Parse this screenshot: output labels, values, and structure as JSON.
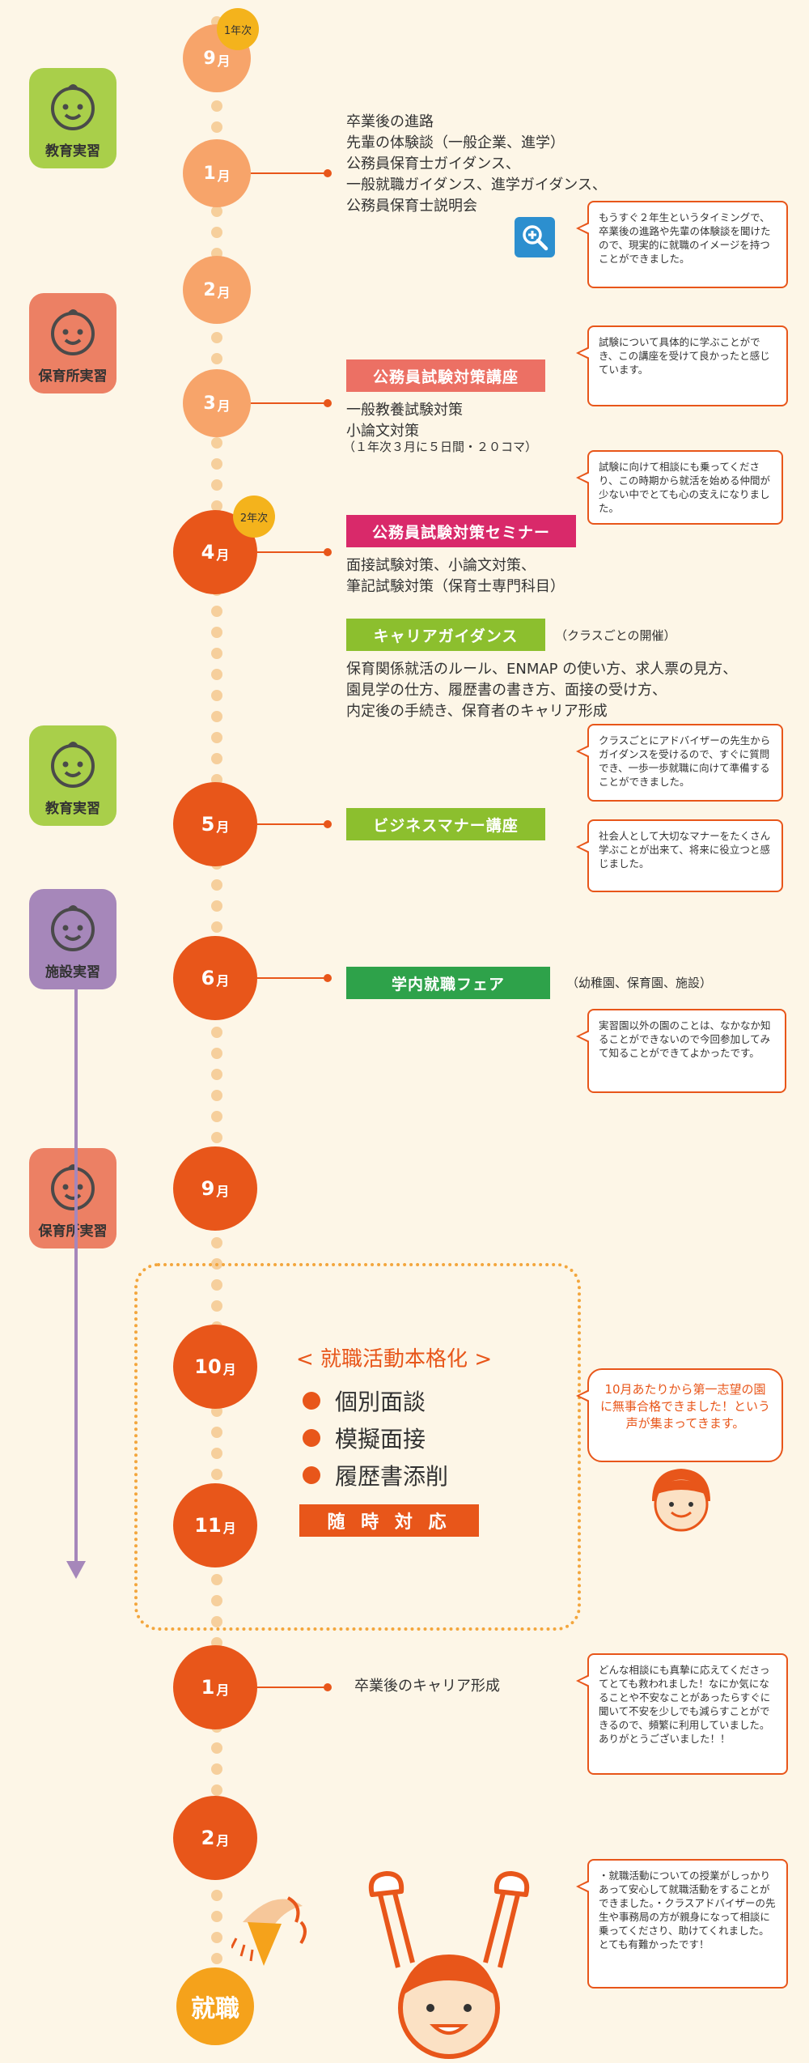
{
  "colors": {
    "bg": "#fdf6e7",
    "accent": "#e8561a",
    "light_month": "#f7a46a",
    "dots": "#f6cf9c",
    "pink_bar": "#ec7064",
    "magenta_bar": "#d9296a",
    "green_bar": "#8cbf2e",
    "gold": "#f4b31c"
  },
  "year_badges": [
    "1年次",
    "2年次"
  ],
  "month_unit": "月",
  "months": [
    "9",
    "1",
    "2",
    "3",
    "4",
    "5",
    "6",
    "9",
    "10",
    "11",
    "1",
    "2"
  ],
  "practicums": [
    {
      "label": "教育実習"
    },
    {
      "label": "保育所実習"
    },
    {
      "label": "教育実習"
    },
    {
      "label": "施設実習"
    },
    {
      "label": "保育所実習"
    }
  ],
  "events": {
    "jan_lines": [
      "卒業後の進路",
      "先輩の体験談（一般企業、進学）",
      "公務員保育士ガイダンス、",
      "一般就職ガイダンス、進学ガイダンス、",
      "公務員保育士説明会"
    ],
    "mar_bar": "公務員試験対策講座",
    "mar_lines": [
      "一般教養試験対策",
      "小論文対策"
    ],
    "mar_note": "（１年次３月に５日間・２０コマ）",
    "apr_bar": "公務員試験対策セミナー",
    "apr_lines": [
      "面接試験対策、小論文対策、",
      "筆記試験対策（保育士専門科目）"
    ],
    "career_bar": "キャリアガイダンス",
    "career_note": "（クラスごとの開催）",
    "career_lines": [
      "保育関係就活のルール、ENMAP の使い方、求人票の見方、",
      "園見学の仕方、履歴書の書き方、面接の受け方、",
      "内定後の手続き、保育者のキャリア形成"
    ],
    "may_bar": "ビジネスマナー講座",
    "jun_bar": "学内就職フェア",
    "jun_note": "（幼稚園、保育園、施設）",
    "job_title": "< 就職活動本格化 >",
    "job_items": [
      "個別面談",
      "模擬面接",
      "履歴書添削"
    ],
    "job_bar": "随 時 対 応",
    "jan2_text": "卒業後のキャリア形成",
    "finish": "就職"
  },
  "bubbles": [
    "もうすぐ２年生というタイミングで、卒業後の進路や先輩の体験談を聞けたので、現実的に就職のイメージを持つことができました。",
    "試験について具体的に学ぶことができ、この講座を受けて良かったと感じています。",
    "試験に向けて相談にも乗ってくださり、この時期から就活を始める仲間が少ない中でとても心の支えになりました。",
    "クラスごとにアドバイザーの先生からガイダンスを受けるので、すぐに質問でき、一歩一歩就職に向けて準備することができました。",
    "社会人として大切なマナーをたくさん学ぶことが出来て、将来に役立つと感じました。",
    "実習園以外の園のことは、なかなか知ることができないので今回参加してみて知ることができてよかったです。",
    "10月あたりから第一志望の園に無事合格できました！という声が集まってきます。",
    "どんな相談にも真摯に応えてくださってとても救われました！なにか気になることや不安なことがあったらすぐに聞いて不安を少しでも減らすことができるので、頻繁に利用していました。ありがとうございました！！",
    "・就職活動についての授業がしっかりあって安心して就職活動をすることができました。・クラスアドバイザーの先生や事務局の方が親身になって相談に乗ってくださり、助けてくれました。とても有難かったです！"
  ]
}
